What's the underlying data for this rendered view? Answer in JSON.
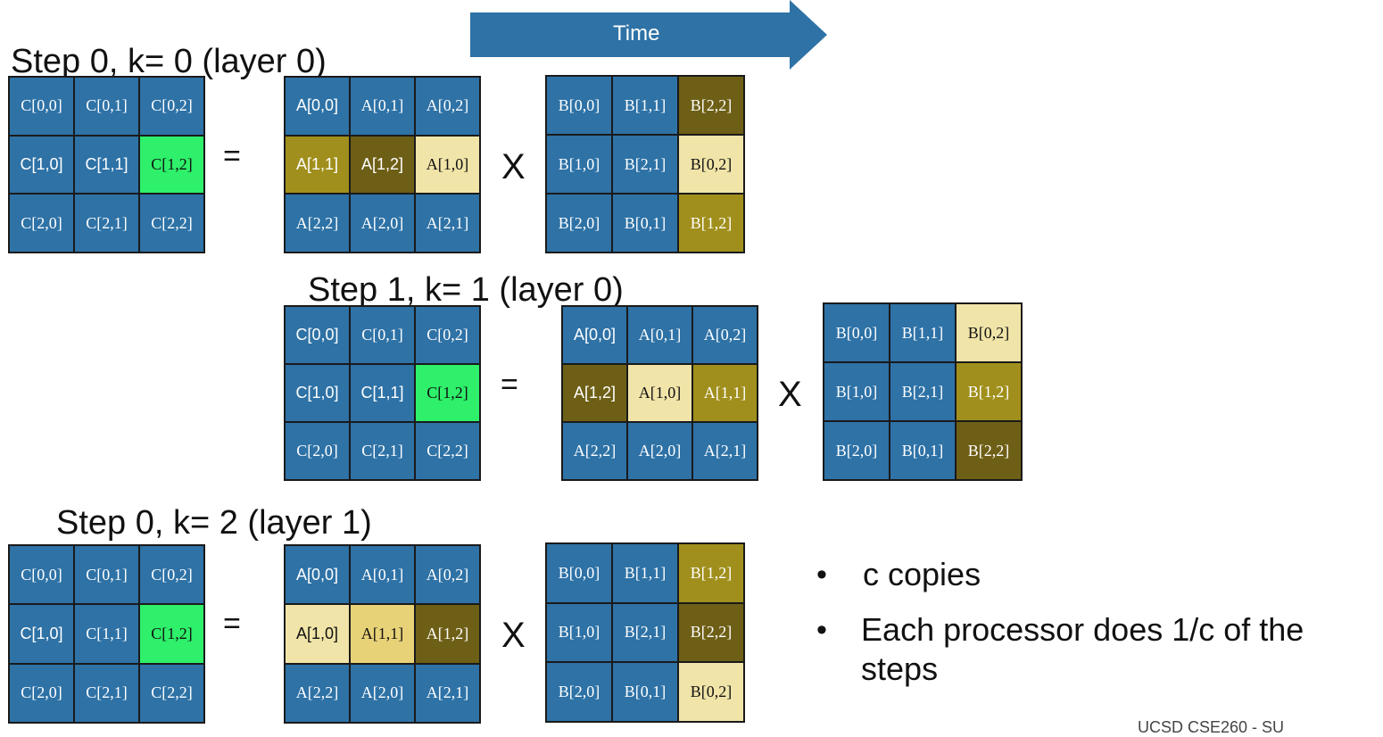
{
  "time_label": "Time",
  "colors": {
    "blue": "#2e72a6",
    "green": "#2ef06a",
    "olive": "#a08f1c",
    "dark_olive": "#6e5f16",
    "light": "#f0e4a8",
    "pale": "#e8d278",
    "arrow": "#2e72a6"
  },
  "steps": [
    {
      "label": "Step 0, k= 0  (layer 0)",
      "eq": "=",
      "times": "X",
      "C": [
        [
          "C[0,0]",
          "C[0,1]",
          "C[0,2]"
        ],
        [
          "C[1,0]",
          "C[1,1]",
          "C[1,2]"
        ],
        [
          "C[2,0]",
          "C[2,1]",
          "C[2,2]"
        ]
      ],
      "A": [
        [
          "A[0,0]",
          "A[0,1]",
          "A[0,2]"
        ],
        [
          "A[1,1]",
          "A[1,2]",
          "A[1,0]"
        ],
        [
          "A[2,2]",
          "A[2,0]",
          "A[2,1]"
        ]
      ],
      "B": [
        [
          "B[0,0]",
          "B[1,1]",
          "B[2,2]"
        ],
        [
          "B[1,0]",
          "B[2,1]",
          "B[0,2]"
        ],
        [
          "B[2,0]",
          "B[0,1]",
          "B[1,2]"
        ]
      ]
    },
    {
      "label": "Step 1, k= 1 (layer 0)",
      "eq": "=",
      "times": "X",
      "C": [
        [
          "C[0,0]",
          "C[0,1]",
          "C[0,2]"
        ],
        [
          "C[1,0]",
          "C[1,1]",
          "C[1,2]"
        ],
        [
          "C[2,0]",
          "C[2,1]",
          "C[2,2]"
        ]
      ],
      "A": [
        [
          "A[0,0]",
          "A[0,1]",
          "A[0,2]"
        ],
        [
          "A[1,2]",
          "A[1,0]",
          "A[1,1]"
        ],
        [
          "A[2,2]",
          "A[2,0]",
          "A[2,1]"
        ]
      ],
      "B": [
        [
          "B[0,0]",
          "B[1,1]",
          "B[0,2]"
        ],
        [
          "B[1,0]",
          "B[2,1]",
          "B[1,2]"
        ],
        [
          "B[2,0]",
          "B[0,1]",
          "B[2,2]"
        ]
      ]
    },
    {
      "label": "Step 0, k= 2 (layer 1)",
      "eq": "=",
      "times": "X",
      "C": [
        [
          "C[0,0]",
          "C[0,1]",
          "C[0,2]"
        ],
        [
          "C[1,0]",
          "C[1,1]",
          "C[1,2]"
        ],
        [
          "C[2,0]",
          "C[2,1]",
          "C[2,2]"
        ]
      ],
      "A": [
        [
          "A[0,0]",
          "A[0,1]",
          "A[0,2]"
        ],
        [
          "A[1,0]",
          "A[1,1]",
          "A[1,2]"
        ],
        [
          "A[2,2]",
          "A[2,0]",
          "A[2,1]"
        ]
      ],
      "B": [
        [
          "B[0,0]",
          "B[1,1]",
          "B[1,2]"
        ],
        [
          "B[1,0]",
          "B[2,1]",
          "B[2,2]"
        ],
        [
          "B[2,0]",
          "B[0,1]",
          "B[0,2]"
        ]
      ]
    }
  ],
  "bullets": {
    "icon": "bullet-dot-icon",
    "items": [
      {
        "marker": "•",
        "text": "c copies"
      },
      {
        "marker": "•",
        "text": "Each processor does 1/c of the steps"
      }
    ]
  },
  "footer": "UCSD CSE260 - SU"
}
